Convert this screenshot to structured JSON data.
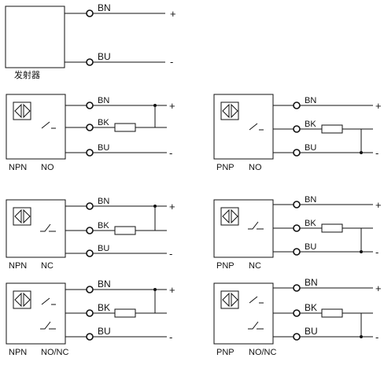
{
  "emitter": {
    "caption": "发射器",
    "wire_top": "BN",
    "wire_bottom": "BU",
    "sign_top": "+",
    "sign_bottom": "-"
  },
  "blocks": [
    {
      "id": "npn-no",
      "type": "NPN",
      "output": "NO",
      "wires": [
        "BN",
        "BK",
        "BU"
      ],
      "signs": [
        "+",
        "-"
      ],
      "switches": [
        "no"
      ],
      "load_to": "+"
    },
    {
      "id": "pnp-no",
      "type": "PNP",
      "output": "NO",
      "wires": [
        "BN",
        "BK",
        "BU"
      ],
      "signs": [
        "+",
        "-"
      ],
      "switches": [
        "no"
      ],
      "load_to": "-"
    },
    {
      "id": "npn-nc",
      "type": "NPN",
      "output": "NC",
      "wires": [
        "BN",
        "BK",
        "BU"
      ],
      "signs": [
        "+",
        "-"
      ],
      "switches": [
        "nc"
      ],
      "load_to": "+"
    },
    {
      "id": "pnp-nc",
      "type": "PNP",
      "output": "NC",
      "wires": [
        "BN",
        "BK",
        "BU"
      ],
      "signs": [
        "+",
        "-"
      ],
      "switches": [
        "nc"
      ],
      "load_to": "-"
    },
    {
      "id": "npn-no-nc",
      "type": "NPN",
      "output": "NO/NC",
      "wires": [
        "BN",
        "BK",
        "BU"
      ],
      "signs": [
        "+",
        "-"
      ],
      "switches": [
        "no",
        "nc"
      ],
      "load_to": "+"
    },
    {
      "id": "pnp-no-nc",
      "type": "PNP",
      "output": "NO/NC",
      "wires": [
        "BN",
        "BK",
        "BU"
      ],
      "signs": [
        "+",
        "-"
      ],
      "switches": [
        "no",
        "nc"
      ],
      "load_to": "-"
    }
  ]
}
